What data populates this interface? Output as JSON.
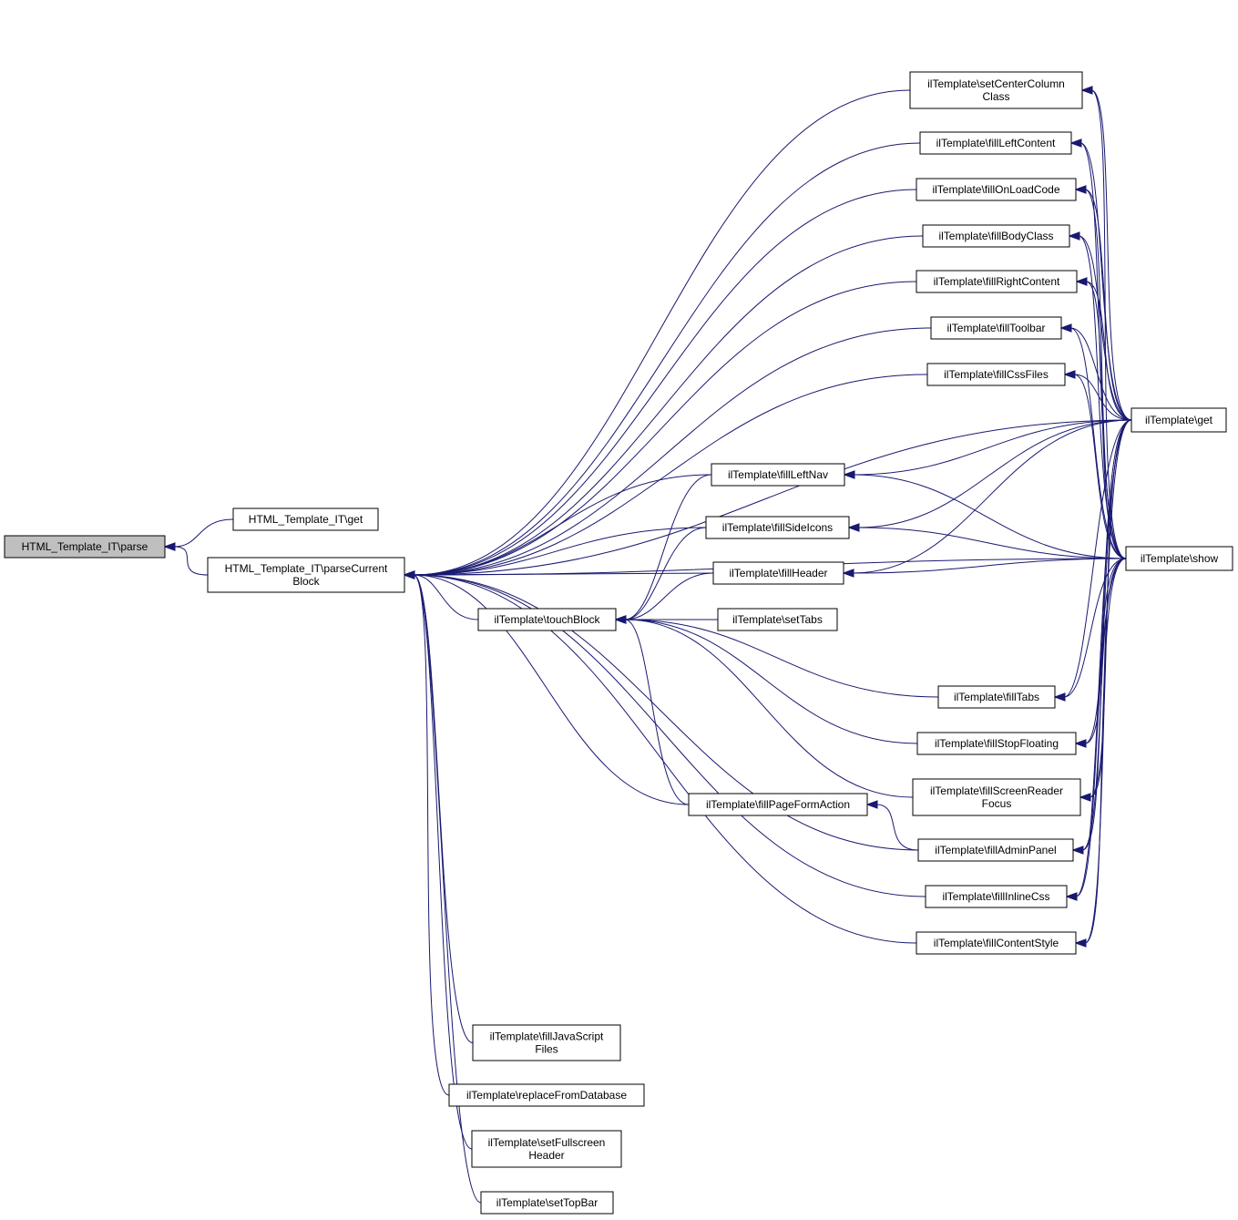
{
  "nodes": [
    {
      "id": "parse",
      "lines": [
        "HTML_Template_IT\\parse"
      ],
      "root": true
    },
    {
      "id": "it_get",
      "lines": [
        "HTML_Template_IT\\get"
      ]
    },
    {
      "id": "parseCurrentBlock",
      "lines": [
        "HTML_Template_IT\\parseCurrent",
        "Block"
      ]
    },
    {
      "id": "touchBlock",
      "lines": [
        "ilTemplate\\touchBlock"
      ]
    },
    {
      "id": "setCenterColumnClass",
      "lines": [
        "ilTemplate\\setCenterColumn",
        "Class"
      ]
    },
    {
      "id": "fillLeftContent",
      "lines": [
        "ilTemplate\\fillLeftContent"
      ]
    },
    {
      "id": "fillOnLoadCode",
      "lines": [
        "ilTemplate\\fillOnLoadCode"
      ]
    },
    {
      "id": "fillBodyClass",
      "lines": [
        "ilTemplate\\fillBodyClass"
      ]
    },
    {
      "id": "fillRightContent",
      "lines": [
        "ilTemplate\\fillRightContent"
      ]
    },
    {
      "id": "fillToolbar",
      "lines": [
        "ilTemplate\\fillToolbar"
      ]
    },
    {
      "id": "fillCssFiles",
      "lines": [
        "ilTemplate\\fillCssFiles"
      ]
    },
    {
      "id": "fillLeftNav",
      "lines": [
        "ilTemplate\\fillLeftNav"
      ]
    },
    {
      "id": "fillSideIcons",
      "lines": [
        "ilTemplate\\fillSideIcons"
      ]
    },
    {
      "id": "fillHeader",
      "lines": [
        "ilTemplate\\fillHeader"
      ]
    },
    {
      "id": "setTabs",
      "lines": [
        "ilTemplate\\setTabs"
      ]
    },
    {
      "id": "fillTabs",
      "lines": [
        "ilTemplate\\fillTabs"
      ]
    },
    {
      "id": "fillStopFloating",
      "lines": [
        "ilTemplate\\fillStopFloating"
      ]
    },
    {
      "id": "fillScreenReaderFocus",
      "lines": [
        "ilTemplate\\fillScreenReader",
        "Focus"
      ]
    },
    {
      "id": "fillPageFormAction",
      "lines": [
        "ilTemplate\\fillPageFormAction"
      ]
    },
    {
      "id": "fillAdminPanel",
      "lines": [
        "ilTemplate\\fillAdminPanel"
      ]
    },
    {
      "id": "fillInlineCss",
      "lines": [
        "ilTemplate\\fillInlineCss"
      ]
    },
    {
      "id": "fillContentStyle",
      "lines": [
        "ilTemplate\\fillContentStyle"
      ]
    },
    {
      "id": "fillJavaScriptFiles",
      "lines": [
        "ilTemplate\\fillJavaScript",
        "Files"
      ]
    },
    {
      "id": "replaceFromDatabase",
      "lines": [
        "ilTemplate\\replaceFromDatabase"
      ]
    },
    {
      "id": "setFullscreenHeader",
      "lines": [
        "ilTemplate\\setFullscreen",
        "Header"
      ]
    },
    {
      "id": "setTopBar",
      "lines": [
        "ilTemplate\\setTopBar"
      ]
    },
    {
      "id": "il_get",
      "lines": [
        "ilTemplate\\get"
      ]
    },
    {
      "id": "il_show",
      "lines": [
        "ilTemplate\\show"
      ]
    }
  ],
  "edges": [
    {
      "from": "it_get",
      "to": "parse"
    },
    {
      "from": "parseCurrentBlock",
      "to": "parse"
    },
    {
      "from": "setCenterColumnClass",
      "to": "parseCurrentBlock"
    },
    {
      "from": "fillLeftContent",
      "to": "parseCurrentBlock"
    },
    {
      "from": "fillOnLoadCode",
      "to": "parseCurrentBlock"
    },
    {
      "from": "fillBodyClass",
      "to": "parseCurrentBlock"
    },
    {
      "from": "fillRightContent",
      "to": "parseCurrentBlock"
    },
    {
      "from": "fillToolbar",
      "to": "parseCurrentBlock"
    },
    {
      "from": "fillCssFiles",
      "to": "parseCurrentBlock"
    },
    {
      "from": "fillLeftNav",
      "to": "parseCurrentBlock"
    },
    {
      "from": "fillSideIcons",
      "to": "parseCurrentBlock"
    },
    {
      "from": "fillHeader",
      "to": "parseCurrentBlock"
    },
    {
      "from": "touchBlock",
      "to": "parseCurrentBlock"
    },
    {
      "from": "fillPageFormAction",
      "to": "parseCurrentBlock"
    },
    {
      "from": "fillAdminPanel",
      "to": "parseCurrentBlock"
    },
    {
      "from": "fillInlineCss",
      "to": "parseCurrentBlock"
    },
    {
      "from": "fillContentStyle",
      "to": "parseCurrentBlock"
    },
    {
      "from": "il_show",
      "to": "parseCurrentBlock"
    },
    {
      "from": "il_get",
      "to": "parseCurrentBlock"
    },
    {
      "from": "fillJavaScriptFiles",
      "to": "parseCurrentBlock"
    },
    {
      "from": "replaceFromDatabase",
      "to": "parseCurrentBlock"
    },
    {
      "from": "setFullscreenHeader",
      "to": "parseCurrentBlock"
    },
    {
      "from": "setTopBar",
      "to": "parseCurrentBlock"
    },
    {
      "from": "fillLeftNav",
      "to": "touchBlock"
    },
    {
      "from": "fillSideIcons",
      "to": "touchBlock"
    },
    {
      "from": "fillHeader",
      "to": "touchBlock"
    },
    {
      "from": "setTabs",
      "to": "touchBlock"
    },
    {
      "from": "fillTabs",
      "to": "touchBlock"
    },
    {
      "from": "fillStopFloating",
      "to": "touchBlock"
    },
    {
      "from": "fillScreenReaderFocus",
      "to": "touchBlock"
    },
    {
      "from": "fillPageFormAction",
      "to": "touchBlock"
    },
    {
      "from": "fillAdminPanel",
      "to": "fillPageFormAction"
    },
    {
      "from": "il_get",
      "to": "setCenterColumnClass"
    },
    {
      "from": "il_show",
      "to": "setCenterColumnClass"
    },
    {
      "from": "il_get",
      "to": "fillLeftContent"
    },
    {
      "from": "il_show",
      "to": "fillLeftContent"
    },
    {
      "from": "il_get",
      "to": "fillOnLoadCode"
    },
    {
      "from": "il_show",
      "to": "fillOnLoadCode"
    },
    {
      "from": "il_get",
      "to": "fillBodyClass"
    },
    {
      "from": "il_show",
      "to": "fillBodyClass"
    },
    {
      "from": "il_get",
      "to": "fillRightContent"
    },
    {
      "from": "il_show",
      "to": "fillRightContent"
    },
    {
      "from": "il_get",
      "to": "fillToolbar"
    },
    {
      "from": "il_show",
      "to": "fillToolbar"
    },
    {
      "from": "il_get",
      "to": "fillCssFiles"
    },
    {
      "from": "il_show",
      "to": "fillCssFiles"
    },
    {
      "from": "il_get",
      "to": "fillLeftNav"
    },
    {
      "from": "il_show",
      "to": "fillLeftNav"
    },
    {
      "from": "il_get",
      "to": "fillSideIcons"
    },
    {
      "from": "il_show",
      "to": "fillSideIcons"
    },
    {
      "from": "il_get",
      "to": "fillHeader"
    },
    {
      "from": "il_show",
      "to": "fillHeader"
    },
    {
      "from": "il_get",
      "to": "fillTabs"
    },
    {
      "from": "il_show",
      "to": "fillTabs"
    },
    {
      "from": "il_get",
      "to": "fillStopFloating"
    },
    {
      "from": "il_show",
      "to": "fillStopFloating"
    },
    {
      "from": "il_get",
      "to": "fillScreenReaderFocus"
    },
    {
      "from": "il_show",
      "to": "fillScreenReaderFocus"
    },
    {
      "from": "il_get",
      "to": "fillAdminPanel"
    },
    {
      "from": "il_show",
      "to": "fillAdminPanel"
    },
    {
      "from": "il_get",
      "to": "fillInlineCss"
    },
    {
      "from": "il_show",
      "to": "fillInlineCss"
    },
    {
      "from": "il_get",
      "to": "fillContentStyle"
    },
    {
      "from": "il_show",
      "to": "fillContentStyle"
    }
  ]
}
